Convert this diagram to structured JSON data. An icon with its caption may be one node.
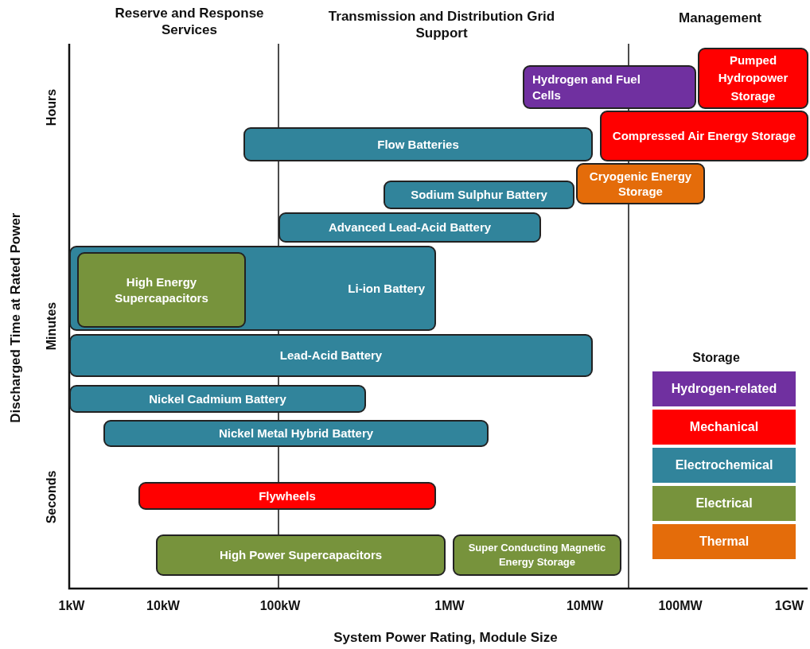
{
  "diagram": {
    "nodes": [
      {
        "text": [
          "Hydrogen and Fuel Cells"
        ]
      },
      {
        "text": [
          "Pumped Hydropower Storage"
        ]
      },
      {
        "text": [
          "Flow Batteries"
        ]
      },
      {
        "text": [
          "Compressed Air Energy Storage"
        ]
      },
      {
        "text": [
          "Cryogenic Energy Storage"
        ]
      },
      {
        "text": [
          "Sodium Sulphur Battery"
        ]
      },
      {
        "text": [
          "Advanced Lead-Acid Battery"
        ]
      },
      {
        "text": [
          "Li-ion Battery"
        ]
      },
      {
        "text": [
          "High Energy Supercapacitors"
        ],
        "in": 7
      },
      {
        "text": [
          "Lead-Acid Battery"
        ]
      },
      {
        "text": [
          "Nickel Cadmium  Battery"
        ]
      },
      {
        "text": [
          "Nickel Metal Hybrid Battery"
        ]
      },
      {
        "text": [
          "Flywheels"
        ]
      },
      {
        "text": [
          "High Power Supercapacitors"
        ]
      },
      {
        "text": [
          "Super Conducting Magnetic Energy Storage"
        ]
      }
    ],
    "labels": [
      "Reserve and Response Services",
      "Transmission and Distribution Grid Support",
      "Management",
      "Hours",
      "Minutes",
      "Seconds",
      "Discharged Time at Rated Power",
      "Storage",
      "1kW",
      "10kW",
      "100kW",
      "1MW",
      "10MW",
      "100MW",
      "1GW",
      "System Power Rating, Module Size"
    ],
    "legend": [
      {
        "text": "Hydrogen-related",
        "color": "#7030a0"
      },
      {
        "text": "Mechanical",
        "color": "#ff0000"
      },
      {
        "text": "Electrochemical",
        "color": "#31849b"
      },
      {
        "text": "Electrical",
        "color": "#77933c"
      },
      {
        "text": "Thermal",
        "color": "#e46c0a"
      }
    ]
  }
}
